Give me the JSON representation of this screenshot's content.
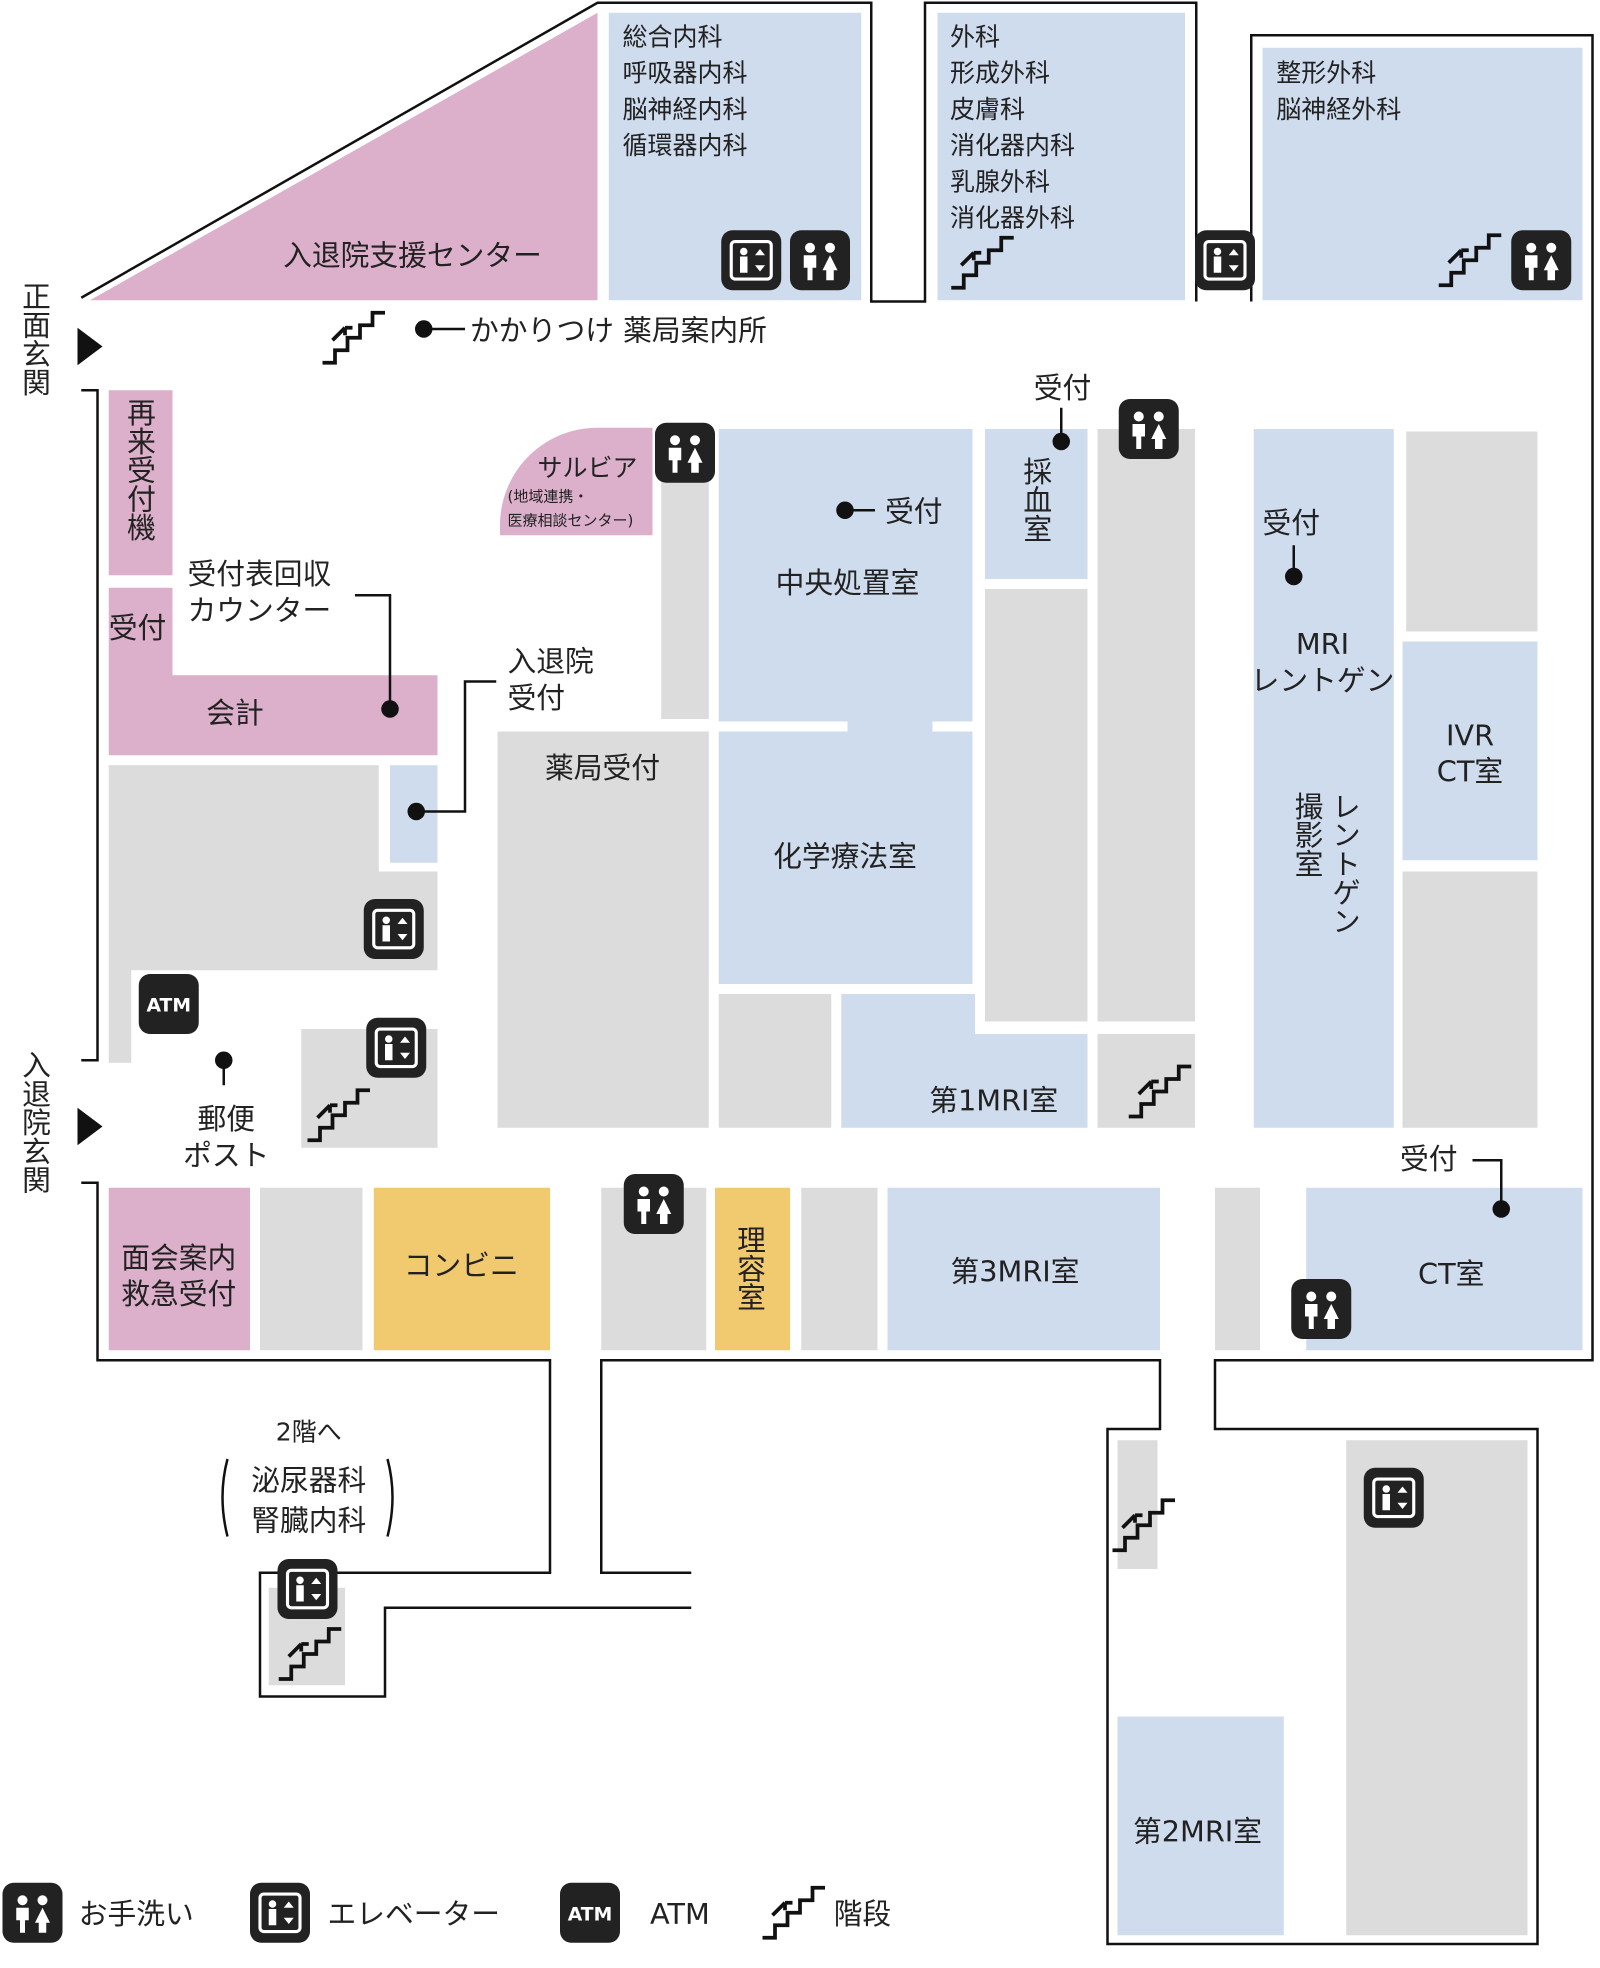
{
  "colors": {
    "admin": "#dcafcb",
    "clinic": "#cfdcee",
    "other": "#dcdcdc",
    "shop": "#f1c96f",
    "icon": "#222222"
  },
  "entrances": {
    "main": "正面玄関",
    "admission": "入退院玄関"
  },
  "rooms": {
    "admission_support": "入退院支援センター",
    "clinic_a": [
      "総合内科",
      "呼吸器内科",
      "脳神経内科",
      "循環器内科"
    ],
    "clinic_b": [
      "外科",
      "形成外科",
      "皮膚科",
      "消化器内科",
      "乳腺外科",
      "消化器外科"
    ],
    "clinic_c": [
      "整形外科",
      "脳神経外科"
    ],
    "pharmacy_info": "かかりつけ 薬局案内所",
    "revisit_machine": "再来受付機",
    "reception": "受付",
    "slip_counter": [
      "受付表回収",
      "カウンター"
    ],
    "accounting": "会計",
    "salvia": "サルビア",
    "salvia_sub": [
      "(地域連携・",
      "医療相談センター)"
    ],
    "central_treatment": "中央処置室",
    "blood_collection": "採血室",
    "mri_xray": [
      "MRI",
      "レントゲン"
    ],
    "ivr_ct": [
      "IVR",
      "CT室"
    ],
    "admission_reception": [
      "入退院",
      "受付"
    ],
    "pharmacy_reception": "薬局受付",
    "chemotherapy": "化学療法室",
    "xray_room": "撮影室",
    "xray": "レントゲン",
    "mri1": "第1MRI室",
    "mailbox": [
      "郵便",
      "ポスト"
    ],
    "visitor_emergency": [
      "面会案内",
      "救急受付"
    ],
    "convenience": "コンビニ",
    "barber": "理容室",
    "mri3": "第3MRI室",
    "ct": "CT室",
    "to_2f": "2階へ",
    "to_2f_depts": [
      "泌尿器科",
      "腎臓内科"
    ],
    "mri2": "第2MRI室",
    "atm_icon": "ATM"
  },
  "legend": [
    {
      "icon": "toilet-icon",
      "label": "お手洗い"
    },
    {
      "icon": "elevator-icon",
      "label": "エレベーター"
    },
    {
      "icon": "atm-icon",
      "label": "ATM"
    },
    {
      "icon": "stairs-icon",
      "label": "階段"
    }
  ]
}
